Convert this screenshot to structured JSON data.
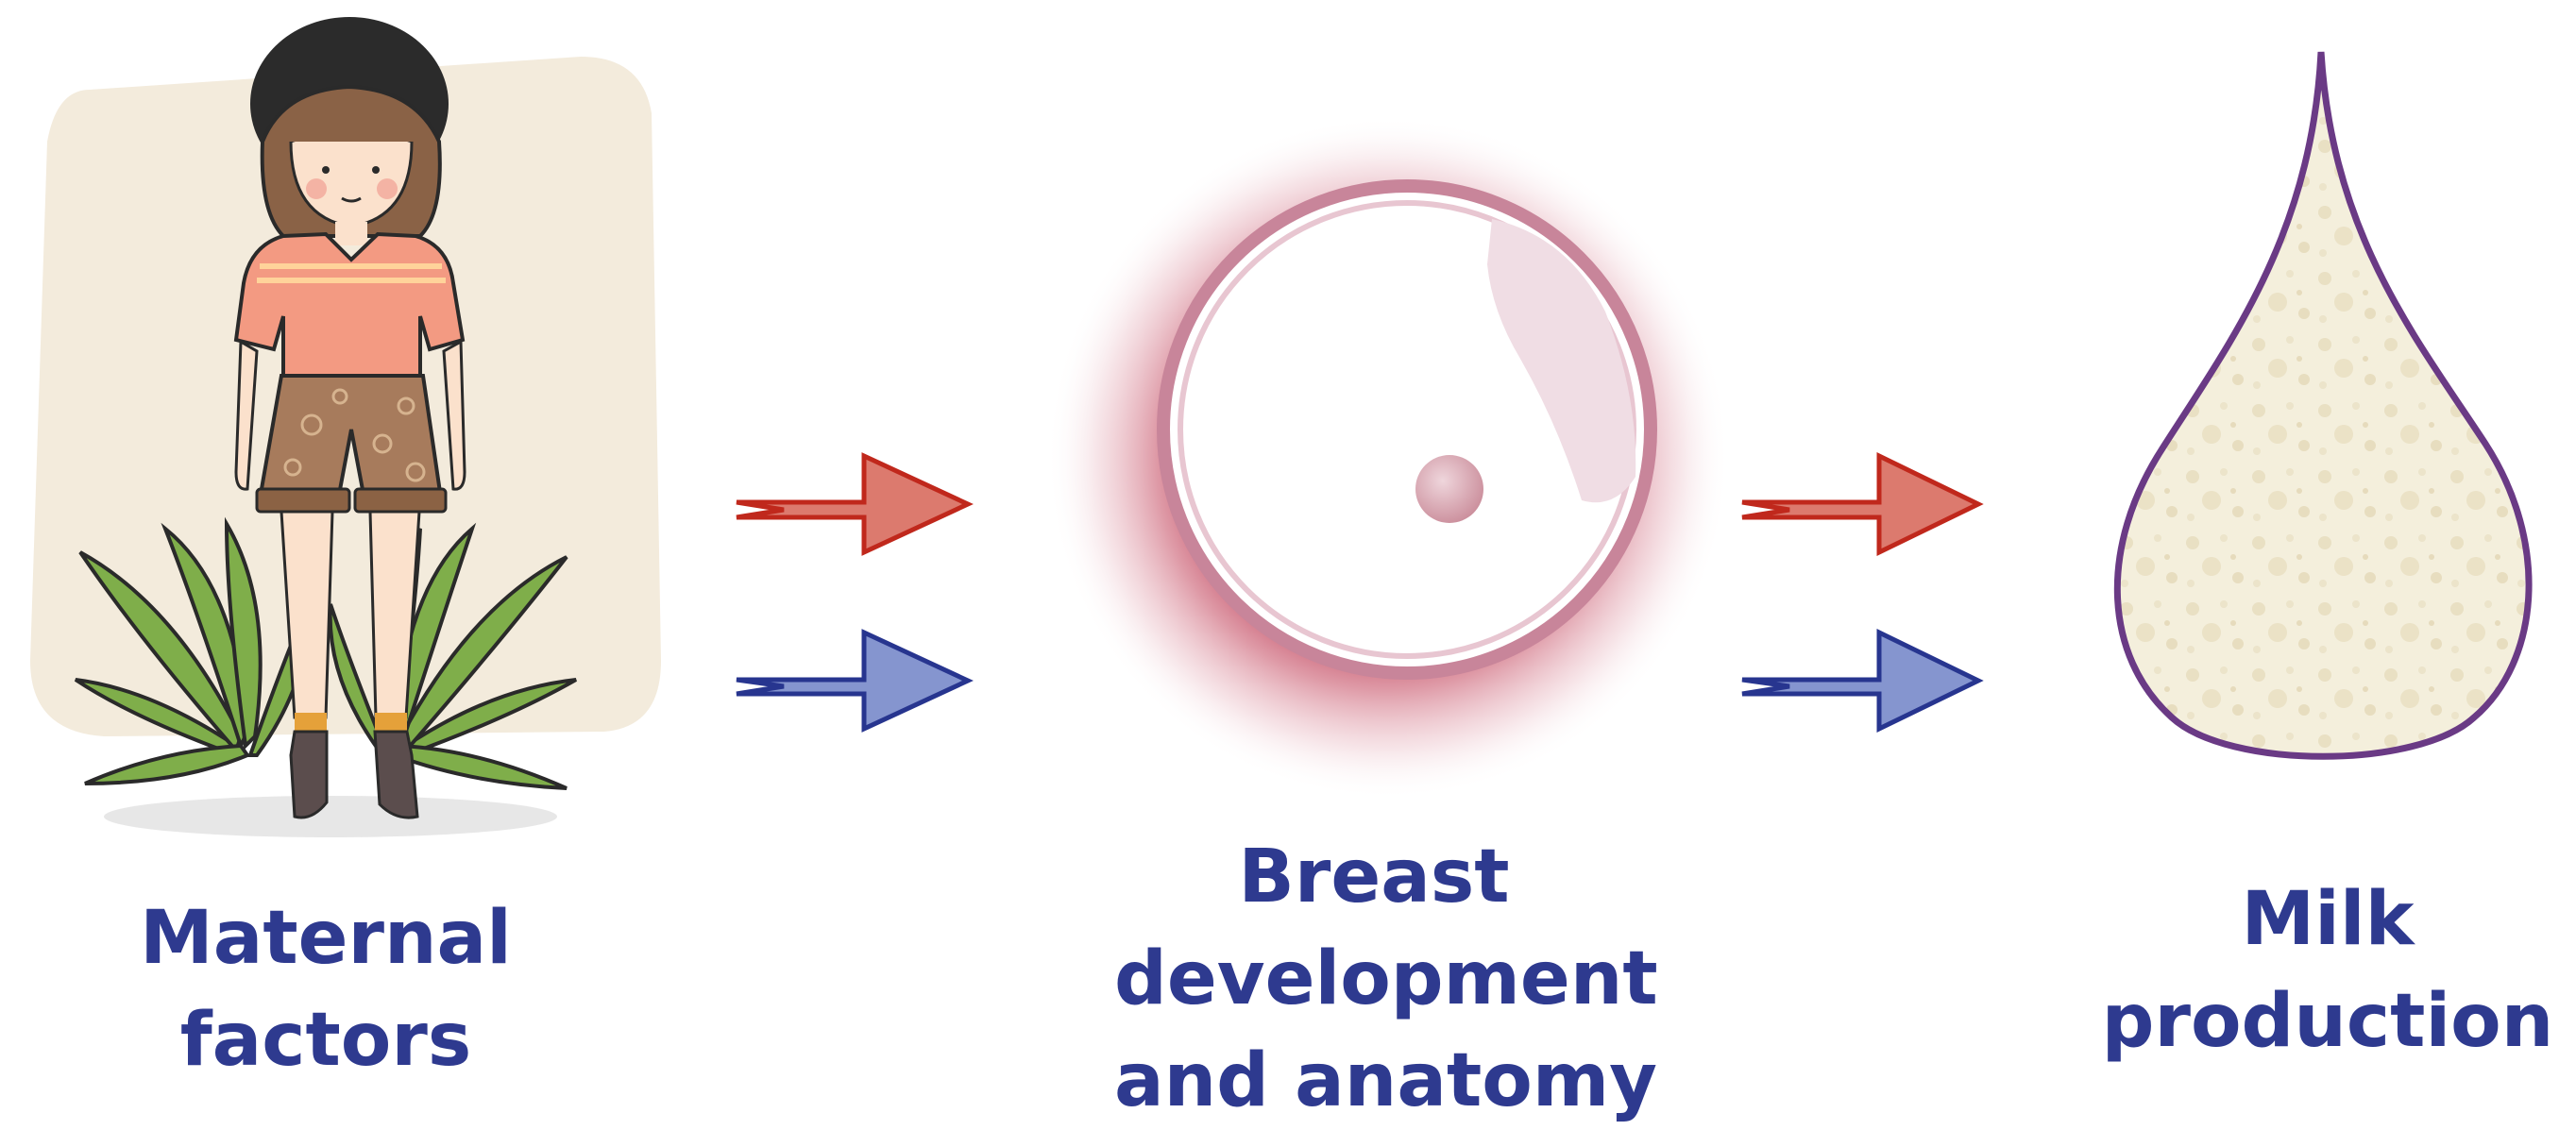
{
  "labels": {
    "maternal": [
      "Maternal",
      "factors"
    ],
    "breast": [
      "Breast",
      "development",
      "and anatomy"
    ],
    "milk": [
      "Milk",
      "production"
    ]
  },
  "colors": {
    "label_text": "#2e3a8f",
    "arrow_red_fill": "#dc7a6e",
    "arrow_red_stroke": "#c0281c",
    "arrow_blue_fill": "#8595cf",
    "arrow_blue_stroke": "#27358f",
    "drop_outline": "#6a3a85",
    "drop_fill": "#f4efdc",
    "breast_rose": "#b8324f",
    "panel_bg": "#f3ebdc"
  },
  "icons": {
    "maternal": "woman-figure-icon",
    "breast": "breast-icon",
    "milk": "milk-drop-icon"
  }
}
